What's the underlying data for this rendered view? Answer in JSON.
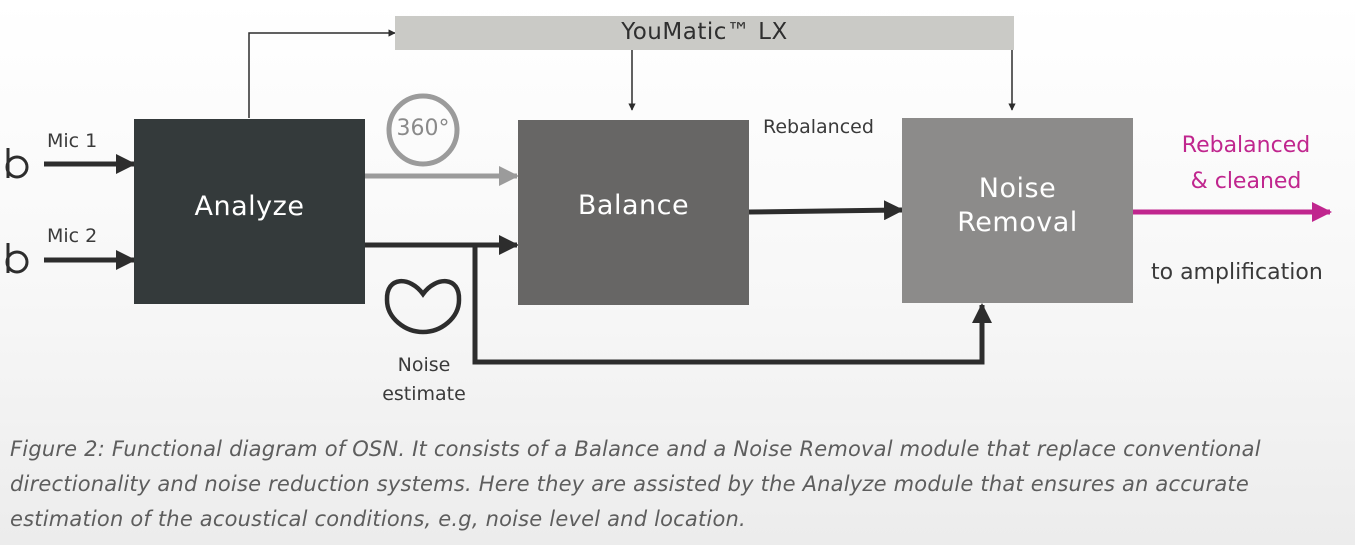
{
  "banner": {
    "label": "YouMatic™ LX"
  },
  "blocks": {
    "analyze": {
      "label": "Analyze"
    },
    "balance": {
      "label": "Balance"
    },
    "noise_removal": {
      "label_line1": "Noise",
      "label_line2": "Removal"
    }
  },
  "inputs": {
    "mic1": "Mic 1",
    "mic2": "Mic 2"
  },
  "badges": {
    "directional": "360°"
  },
  "labels": {
    "rebalanced": "Rebalanced",
    "noise_estimate_line1": "Noise",
    "noise_estimate_line2": "estimate"
  },
  "output": {
    "line1": "Rebalanced",
    "line2": "& cleaned",
    "destination": "to amplification"
  },
  "caption": {
    "line1": "Figure 2: Functional diagram of OSN. It consists of a Balance and a Noise Removal module that replace conventional",
    "line2": "directionality and noise reduction systems. Here they are assisted by the Analyze module that ensures an accurate",
    "line3": "estimation of the acoustical conditions, e.g, noise level and location."
  },
  "colors": {
    "analyze_fill": "#343a3b",
    "balance_fill": "#676665",
    "noise_removal_fill": "#8c8b8a",
    "banner_fill": "#cacac6",
    "arrow_dark": "#2d2d2d",
    "arrow_light": "#9b9b9b",
    "output_accent": "#c0268e"
  }
}
